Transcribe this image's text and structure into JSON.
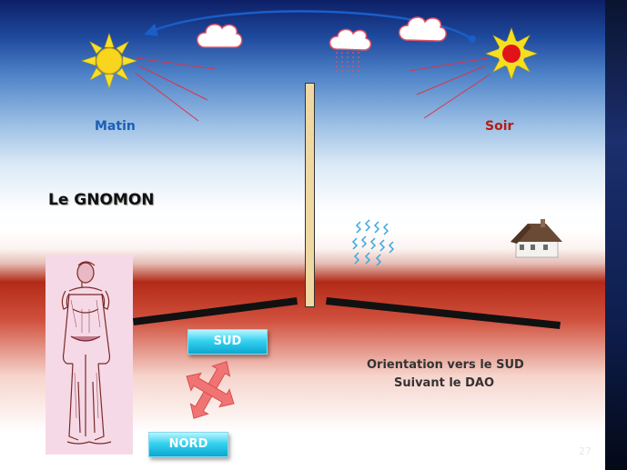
{
  "labels": {
    "morning": "Matin",
    "evening": "Soir",
    "title": "Le GNOMON",
    "orientation_line1": "Orientation vers le SUD",
    "orientation_line2": "Suivant le DAO"
  },
  "buttons": {
    "south": "SUD",
    "north": "NORD"
  },
  "page_number": "27",
  "colors": {
    "morning_text": "#1b5fb4",
    "evening_text": "#b51d12",
    "arc_arrow": "#1a5ec8",
    "button_fill": "#1ebfe6",
    "pole_fill": "#f0d8a3",
    "compass_arrow": "#f07070"
  },
  "icons": [
    "morning-sun-icon",
    "evening-sun-icon",
    "cloud-icon",
    "rain-cloud-icon",
    "cloud-icon",
    "house-icon",
    "wind-icon",
    "compass-arrow-icon",
    "officer-sketch-icon"
  ]
}
